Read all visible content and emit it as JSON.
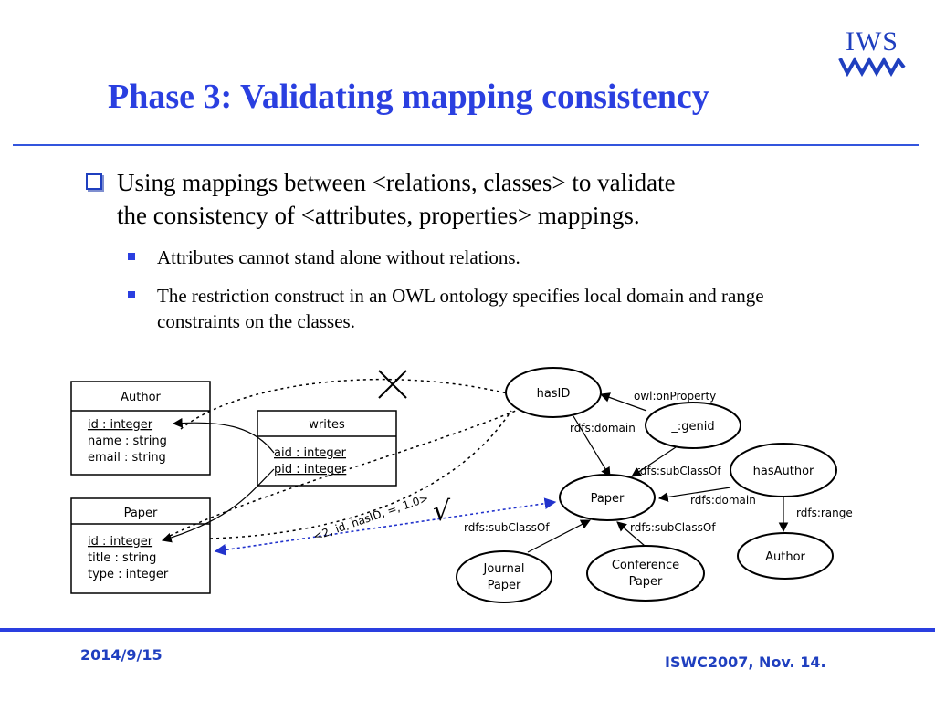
{
  "logo": {
    "text": "IWS"
  },
  "title": "Phase 3: Validating mapping consistency",
  "bullet": {
    "line1": "Using mappings between <relations, classes> to validate",
    "line2": "the consistency of  <attributes, properties> mappings."
  },
  "subbullets": [
    "Attributes cannot stand alone without relations.",
    "The restriction construct in an OWL ontology specifies local domain and range constraints on the classes."
  ],
  "diagram": {
    "author_table": {
      "name": "Author",
      "attrs": [
        "id : integer",
        "name : string",
        "email : string"
      ]
    },
    "writes_table": {
      "name": "writes",
      "attrs": [
        "aid : integer",
        "pid : integer"
      ]
    },
    "paper_table": {
      "name": "Paper",
      "attrs": [
        "id : integer",
        "title : string",
        "type : integer"
      ]
    },
    "nodes": {
      "hasID": "hasID",
      "genid": "_:genid",
      "hasAuthor": "hasAuthor",
      "paper": "Paper",
      "author": "Author",
      "journal": [
        "Journal",
        "Paper"
      ],
      "conference": [
        "Conference",
        "Paper"
      ]
    },
    "edges": {
      "onProperty": "owl:onProperty",
      "domain1": "rdfs:domain",
      "subClassOf1": "rdfs:subClassOf",
      "domain2": "rdfs:domain",
      "range": "rdfs:range",
      "subClassOf2": "rdfs:subClassOf",
      "subClassOf3": "rdfs:subClassOf"
    },
    "mapping_label": "<2, id, hasID, =, 1.0>",
    "check": "√"
  },
  "footer": {
    "date": "2014/9/15",
    "conference": "ISWC2007, Nov. 14."
  }
}
